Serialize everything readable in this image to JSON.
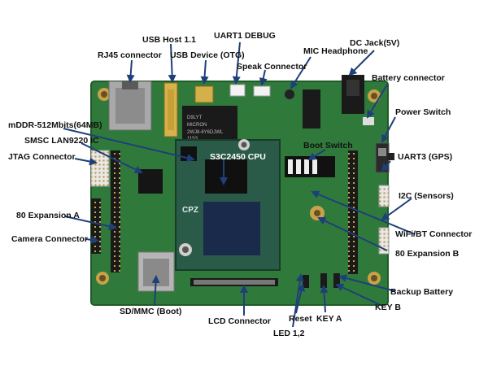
{
  "labels": {
    "usb_host": "USB Host 1.1",
    "uart1_debug": "UART1 DEBUG",
    "rj45": "RJ45 connector",
    "usb_device": "USB Device (OTG)",
    "mic_headphone": "MIC Headphone",
    "dc_jack": "DC Jack(5V)",
    "speak_connector": "Speak Connector",
    "battery_connector": "Battery connector",
    "power_switch": "Power Switch",
    "mddr": "mDDR-512Mbits(64MB)",
    "smsc": "SMSC LAN9220 IC",
    "jtag": "JTAG Connector",
    "cpu": "S3C2450 CPU",
    "boot_switch": "Boot Switch",
    "uart3": "UART3 (GPS)",
    "i2c": "I2C (Sensors)",
    "exp_a": "80 Expansion A",
    "camera": "Camera Connector",
    "wifi_bt": "WiFi/BT Connector",
    "exp_b": "80 Expansion B",
    "backup_battery": "Backup Battery",
    "sd_mmc": "SD/MMC (Boot)",
    "lcd": "LCD Connector",
    "reset": "Reset",
    "key_a": "KEY A",
    "key_b": "KEY B",
    "led": "LED 1,2"
  },
  "board_marks": {
    "logo": "CPZ",
    "chip_text_1": "D9LYT",
    "chip_text_2": "MICRON",
    "chip_text_3": "2WJ8-6Y6DJWL",
    "chip_text_4": "1153"
  },
  "colors": {
    "pcb": "#2f7a3a",
    "som": "#2a5a48",
    "arrow": "#1f3f7a",
    "header": "#1a1a1a"
  }
}
